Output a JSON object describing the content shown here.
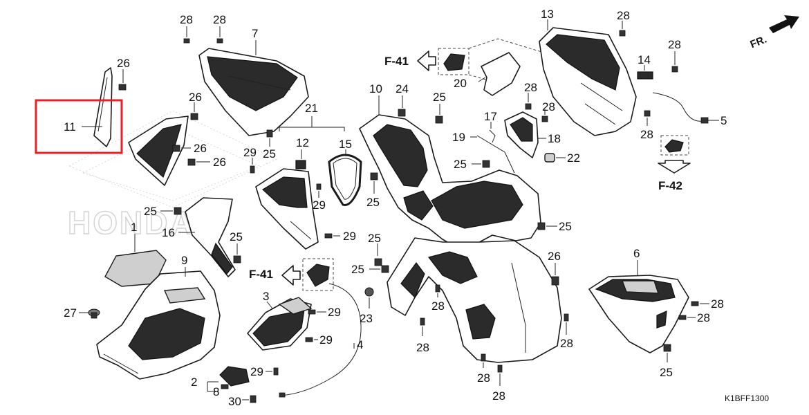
{
  "diagram": {
    "part_labels": {
      "p1": "1",
      "p2": "2",
      "p3": "3",
      "p4": "4",
      "p5": "5",
      "p6": "6",
      "p7": "7",
      "p8": "8",
      "p9": "9",
      "p10": "10",
      "p11": "11",
      "p12": "12",
      "p13": "13",
      "p14": "14",
      "p15": "15",
      "p16": "16",
      "p17": "17",
      "p18": "18",
      "p19": "19",
      "p20": "20",
      "p21": "21",
      "p22": "22",
      "p23": "23",
      "p24": "24",
      "p25": "25",
      "p26": "26",
      "p27": "27",
      "p28": "28",
      "p29": "29",
      "p30": "30"
    },
    "references": {
      "f41": "F-41",
      "f42": "F-42"
    },
    "direction_label": "FR.",
    "drawing_code": "K1BFF1300",
    "watermark": "HONDA",
    "highlight_color": "#e8202a"
  }
}
